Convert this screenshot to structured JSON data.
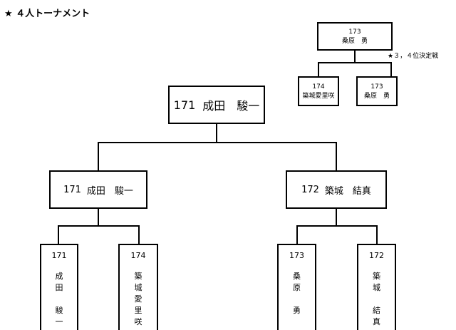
{
  "page_title": "★ ４人トーナメント",
  "third_place_label": "★３，４位決定戦",
  "third_place": {
    "winner": {
      "number": "173",
      "name": "桑原　勇"
    },
    "left": {
      "number": "174",
      "name": "築城愛里咲"
    },
    "right": {
      "number": "173",
      "name": "桑原　勇"
    }
  },
  "final": {
    "champion": {
      "number": "171",
      "name": "成田　駿一"
    },
    "semi_left": {
      "number": "171",
      "name": "成田　駿一"
    },
    "semi_right": {
      "number": "172",
      "name": "築城　結真"
    }
  },
  "players": [
    {
      "number": "171",
      "chars": [
        "成",
        "田",
        "",
        "駿",
        "一"
      ]
    },
    {
      "number": "174",
      "chars": [
        "築",
        "城",
        "愛",
        "里",
        "咲"
      ]
    },
    {
      "number": "173",
      "chars": [
        "桑",
        "原",
        "",
        "勇"
      ]
    },
    {
      "number": "172",
      "chars": [
        "築",
        "城",
        "",
        "結",
        "真"
      ]
    }
  ]
}
